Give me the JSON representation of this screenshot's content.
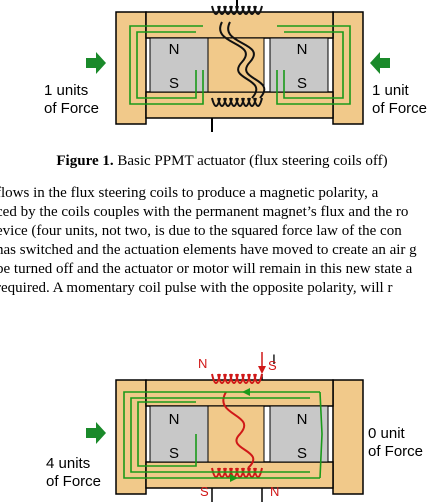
{
  "figure1": {
    "magnet_n": "N",
    "magnet_s": "S",
    "left_force": [
      "1 units",
      "of Force"
    ],
    "right_force": [
      "1 unit",
      "of Force"
    ]
  },
  "caption": {
    "label": "Figure 1.",
    "text": " Basic PPMT actuator (flux steering coils off)"
  },
  "paragraph_lines": [
    "flows in the flux steering coils to produce a magnetic polarity, a",
    "ced by the coils couples with the permanent magnet’s flux and the ro",
    "evice (four units, not two, is due to the squared force law of the con",
    "has switched and the actuation elements have moved to create an air g",
    " be turned off and the actuator or motor will remain in this new state a",
    " required. A momentary coil pulse with the opposite polarity, will r"
  ],
  "figure2": {
    "current_label": "I",
    "coil_top_left": "N",
    "coil_top_right": "S",
    "coil_bottom_left": "S",
    "coil_bottom_right": "N",
    "magnet_n": "N",
    "magnet_s": "S",
    "left_force": [
      "4 units",
      "of Force"
    ],
    "right_force": [
      "0 unit",
      "of Force"
    ]
  },
  "colors": {
    "frame_fill": "#f1c98a",
    "frame_stroke": "#000000",
    "magnet_fill": "#c8c8c8",
    "flux_line": "#1a9a1a",
    "arrow": "#1a8a2a",
    "coil_black": "#111111",
    "coil_red": "#d01818",
    "coil_label_red": "#d01818"
  }
}
